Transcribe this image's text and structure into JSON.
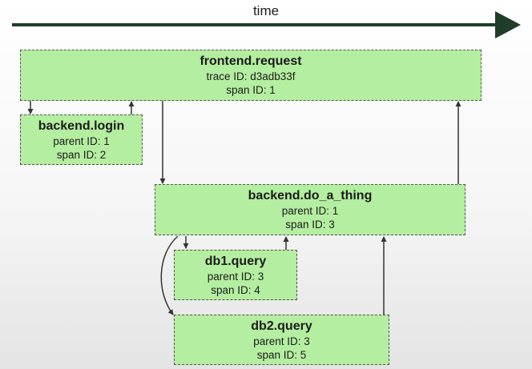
{
  "axis": {
    "label": "time"
  },
  "spans": {
    "frontend_request": {
      "name": "frontend.request",
      "line1": "trace ID: d3adb33f",
      "line2": "span ID: 1"
    },
    "backend_login": {
      "name": "backend.login",
      "line1": "parent ID: 1",
      "line2": "span ID: 2"
    },
    "backend_do_a_thing": {
      "name": "backend.do_a_thing",
      "line1": "parent ID: 1",
      "line2": "span ID: 3"
    },
    "db1_query": {
      "name": "db1.query",
      "line1": "parent ID: 3",
      "line2": "span ID: 4"
    },
    "db2_query": {
      "name": "db2.query",
      "line1": "parent ID: 3",
      "line2": "span ID: 5"
    }
  }
}
